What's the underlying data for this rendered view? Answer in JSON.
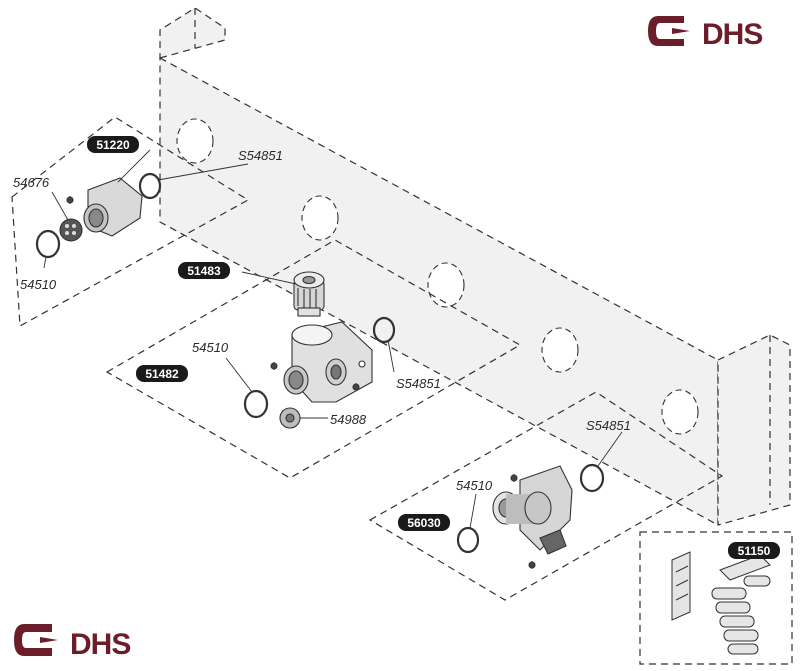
{
  "logos": {
    "top_right": {
      "text": "DHS"
    },
    "bottom_left": {
      "text": "DHS"
    }
  },
  "parts": {
    "p51220": "51220",
    "p51483": "51483",
    "p51482": "51482",
    "p56030": "56030",
    "p51150": "51150"
  },
  "callouts": {
    "c54676": "54676",
    "c54510_a": "54510",
    "s54851_a": "S54851",
    "c54510_b": "54510",
    "s54851_b": "S54851",
    "c54988": "54988",
    "s54851_c": "S54851",
    "c54510_c": "54510"
  },
  "colors": {
    "brand": "#6b1e2a",
    "line": "#333333",
    "plate_fill": "#f1f1f1",
    "part_fill": "#d9d9d9",
    "badge": "#1a1a1a"
  }
}
